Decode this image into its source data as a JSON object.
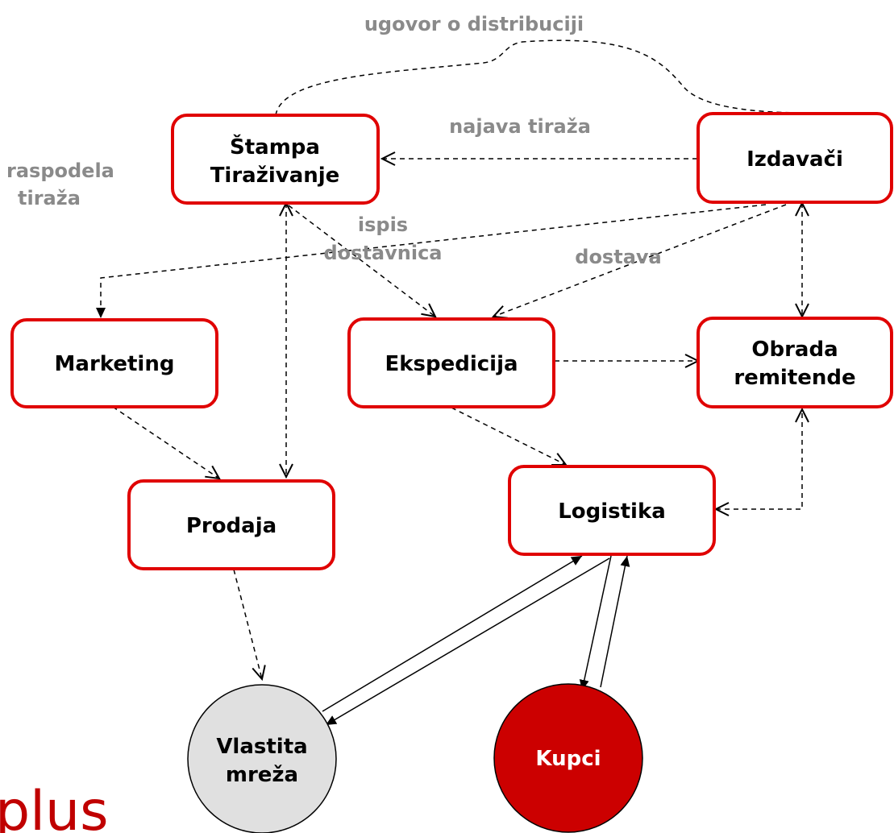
{
  "colors": {
    "box_border": "#e00000",
    "box_fill": "#ffffff",
    "label_text": "#000000",
    "edge_label_text": "#8a8a8a",
    "kupci_fill": "#cc0000",
    "kupci_text": "#ffffff",
    "vlastita_fill": "#e0e0e0",
    "logo": "#c00000"
  },
  "nodes": {
    "stampa": {
      "line1": "Štampa",
      "line2": "Tiraživanje"
    },
    "izdavaci": {
      "label": "Izdavači"
    },
    "marketing": {
      "label": "Marketing"
    },
    "ekspedicija": {
      "label": "Ekspedicija"
    },
    "obrada": {
      "line1": "Obrada",
      "line2": "remitende"
    },
    "prodaja": {
      "label": "Prodaja"
    },
    "logistika": {
      "label": "Logistika"
    },
    "vlastita": {
      "line1": "Vlastita",
      "line2": "mreža"
    },
    "kupci": {
      "label": "Kupci"
    }
  },
  "edge_labels": {
    "ugovor": "ugovor o distribuciji",
    "najava": "najava tiraža",
    "raspodela_line1": "raspodela",
    "raspodela_line2": "tiraža",
    "ispis_line1": "ispis",
    "ispis_line2": "dostavnica",
    "dostava": "dostava"
  },
  "logo": {
    "text": "plus"
  }
}
